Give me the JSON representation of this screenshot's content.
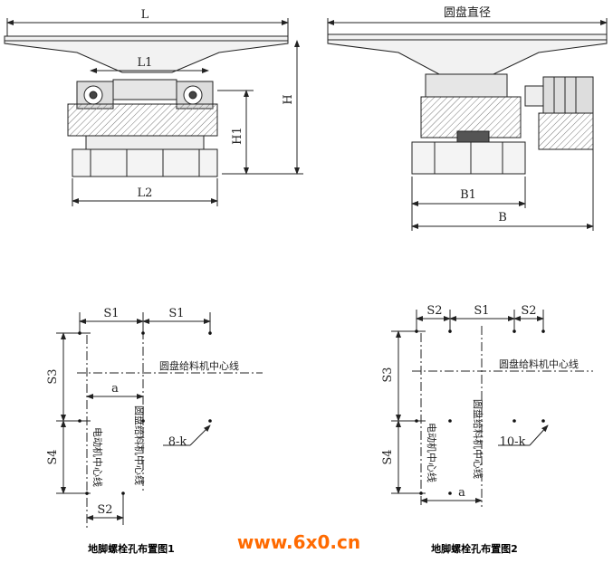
{
  "top_left": {
    "L": "L",
    "L1": "L1",
    "L2": "L2",
    "H": "H",
    "H1": "H1"
  },
  "top_right": {
    "disc_diameter": "圆盘直径",
    "B1": "B1",
    "B": "B"
  },
  "layout1": {
    "S1a": "S1",
    "S1b": "S1",
    "S3": "S3",
    "S4": "S4",
    "S2": "S2",
    "a": "a",
    "feeder_centerline": "圆盘给料机中心线",
    "motor_centerline": "电动机中心线",
    "feeder_centerline_v": "圆盘给料机中心线",
    "holes": "8-k",
    "caption": "地脚螺栓孔布置图1"
  },
  "layout2": {
    "S2a": "S2",
    "S1": "S1",
    "S2b": "S2",
    "S3": "S3",
    "S4": "S4",
    "a": "a",
    "feeder_centerline": "圆盘给料机中心线",
    "motor_centerline": "电动机中心线",
    "feeder_centerline_v": "圆盘给料机中心线",
    "holes": "10-k",
    "caption": "地脚螺栓孔布置图2"
  },
  "watermark": {
    "text": "www.6x0.cn",
    "color": "#ff6a00"
  }
}
